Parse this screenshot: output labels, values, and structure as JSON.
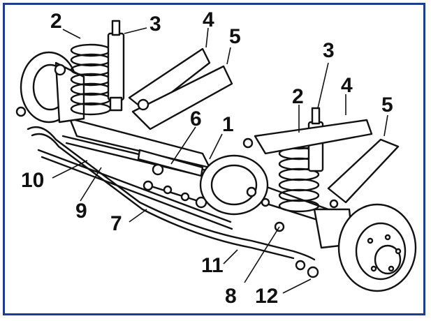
{
  "frame_color": "#1d3c8f",
  "ink_color": "#111111",
  "callouts": [
    {
      "id": "c1",
      "text": "1"
    },
    {
      "id": "c2a",
      "text": "2"
    },
    {
      "id": "c2b",
      "text": "2"
    },
    {
      "id": "c3a",
      "text": "3"
    },
    {
      "id": "c3b",
      "text": "3"
    },
    {
      "id": "c4a",
      "text": "4"
    },
    {
      "id": "c4b",
      "text": "4"
    },
    {
      "id": "c5a",
      "text": "5"
    },
    {
      "id": "c5b",
      "text": "5"
    },
    {
      "id": "c6",
      "text": "6"
    },
    {
      "id": "c7",
      "text": "7"
    },
    {
      "id": "c8",
      "text": "8"
    },
    {
      "id": "c9",
      "text": "9"
    },
    {
      "id": "c10",
      "text": "10"
    },
    {
      "id": "c11",
      "text": "11"
    },
    {
      "id": "c12",
      "text": "12"
    }
  ]
}
